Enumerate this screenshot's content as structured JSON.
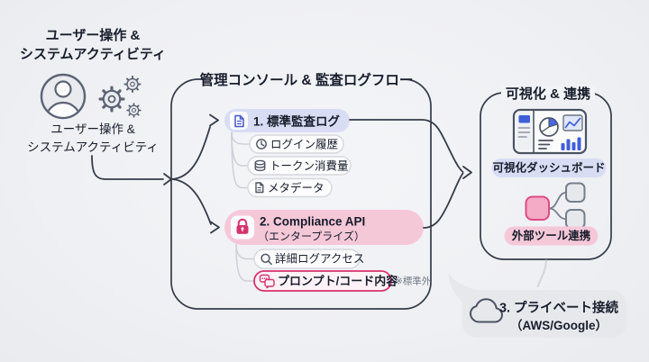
{
  "colors": {
    "background": "#f0f1f4",
    "line_dark": "#343b49",
    "lavender_pill": "#d8ddf4",
    "pink_pill": "#f5c8d8",
    "pink_accent": "#d6336c",
    "blue_accent": "#4557cb",
    "dashboard_blue": "#3f5ed8",
    "gray_pill": "#e7e8ec",
    "sub_pill_border": "#d5d7dc",
    "text_dark": "#171d2b",
    "text_gray": "#717885"
  },
  "source": {
    "title_line1": "ユーザー操作 &",
    "title_line2": "システムアクティビティ",
    "label_line1": "ユーザー操作 &",
    "label_line2": "システムアクティビティ"
  },
  "console": {
    "title": "管理コンソール & 監査ログフロー",
    "standard_log": {
      "label": "1. 標準監査ログ",
      "items": [
        "ログイン履歴",
        "トークン消費量",
        "メタデータ"
      ]
    },
    "compliance_api": {
      "label": "2. Compliance API",
      "sublabel": "（エンタープライズ）",
      "items": [
        "詳細ログアクセス",
        "プロンプト/コード内容"
      ],
      "note": "※標準外"
    }
  },
  "visualization": {
    "title": "可視化 & 連携",
    "dashboard_label": "可視化ダッシュボード",
    "integration_label": "外部ツール連携"
  },
  "private_connection": {
    "label_line1": "3. プライベート接続",
    "label_line2": "（AWS/Google）"
  },
  "icons": {
    "left": [
      "user-icon",
      "gears-icon"
    ],
    "standard_log": [
      "document-icon",
      "clock-icon",
      "database-icon",
      "file-icon"
    ],
    "compliance": [
      "lock-icon",
      "search-icon",
      "chat-bubbles-icon"
    ],
    "visualization": [
      "dashboard-icon",
      "nodes-icon"
    ],
    "private": [
      "cloud-icon"
    ]
  }
}
